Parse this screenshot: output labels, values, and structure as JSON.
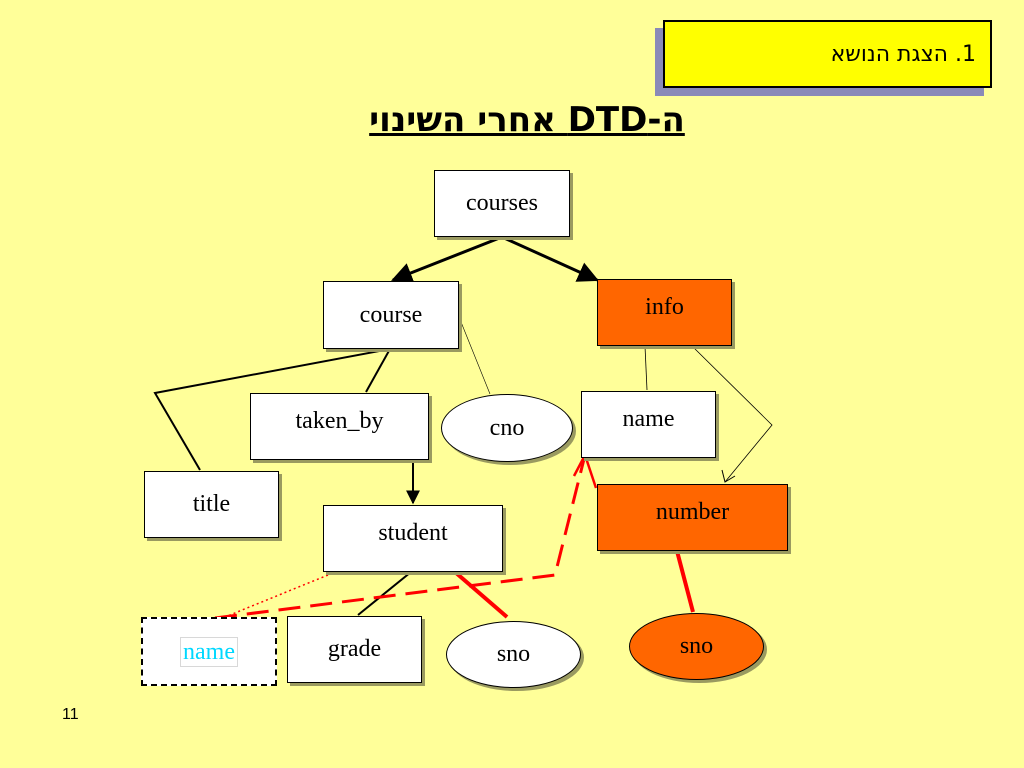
{
  "header": {
    "section_label": "1. הצגת הנושא"
  },
  "slide": {
    "title": "ה-DTD אחרי השינוי",
    "page_number": "11"
  },
  "nodes": {
    "courses": "courses",
    "course": "course",
    "info": "info",
    "taken_by": "taken_by",
    "cno": "cno",
    "name_info": "name",
    "title": "title",
    "student": "student",
    "number": "number",
    "name_moved": "name",
    "grade": "grade",
    "sno_student": "sno",
    "sno_number": "sno"
  },
  "colors": {
    "background": "#ffff99",
    "header_fill": "#ffff00",
    "highlight_fill": "#ff6600",
    "change_line": "#ff0000",
    "moved_label": "#00d8ff"
  }
}
